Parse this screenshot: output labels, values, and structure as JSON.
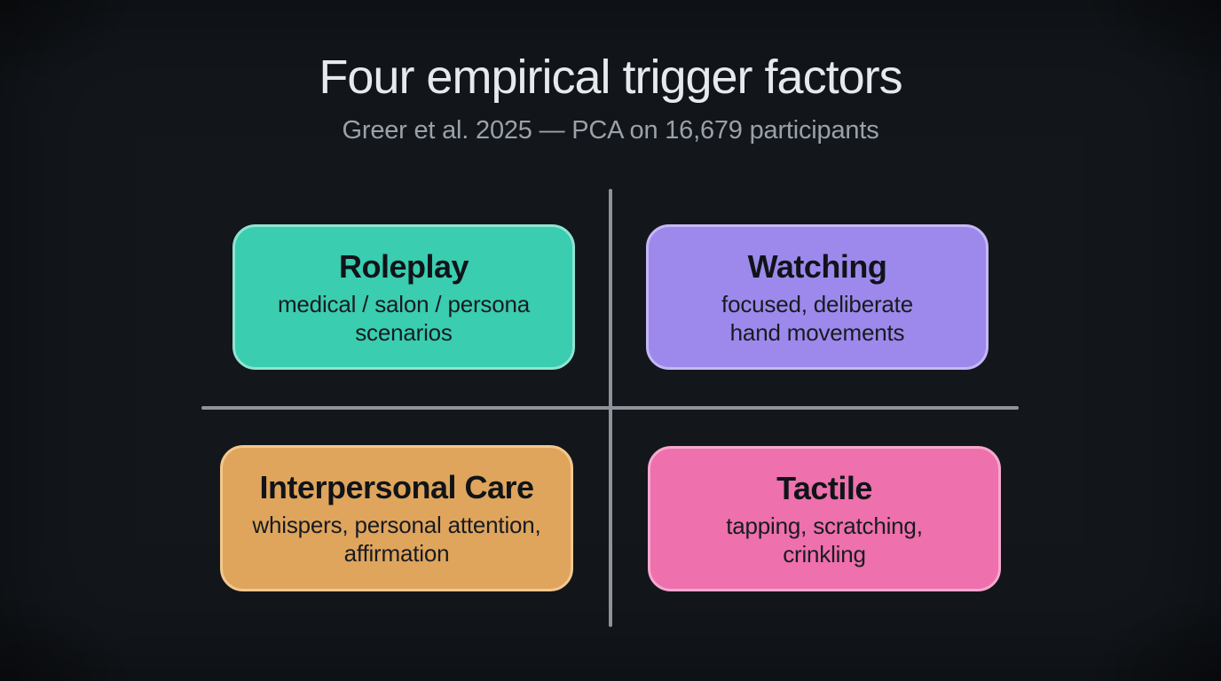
{
  "slide": {
    "title": "Four empirical trigger factors",
    "subtitle": "Greer et al. 2025 — PCA on 16,679 participants"
  },
  "colors": {
    "background": "#13171c",
    "divider": "#8e949a",
    "title": "#e7e9ec",
    "subtitle": "#9aa1a9",
    "box_title_text": "#101418",
    "box_body_text": "#181b20"
  },
  "quadrants": [
    {
      "id": "roleplay",
      "title": "Roleplay",
      "desc_line1": "medical / salon / persona",
      "desc_line2": "scenarios",
      "fill": "#3acdb0",
      "border": "#8fe4d2"
    },
    {
      "id": "watching",
      "title": "Watching",
      "desc_line1": "focused, deliberate",
      "desc_line2": "hand movements",
      "fill": "#9d89ec",
      "border": "#c6b7f6"
    },
    {
      "id": "interpersonal-care",
      "title": "Interpersonal Care",
      "desc_line1": "whispers, personal attention,",
      "desc_line2": "affirmation",
      "fill": "#dfa55d",
      "border": "#f2c88f"
    },
    {
      "id": "tactile",
      "title": "Tactile",
      "desc_line1": "tapping, scratching,",
      "desc_line2": "crinkling",
      "fill": "#ee70ad",
      "border": "#f7a8ce"
    }
  ]
}
